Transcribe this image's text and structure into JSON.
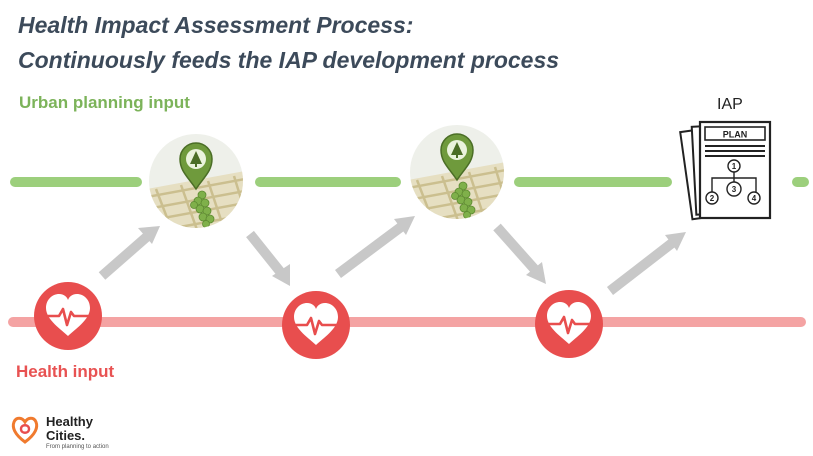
{
  "title": {
    "line1": "Health Impact Assessment Process:",
    "line2": "Continuously feeds the IAP development process"
  },
  "lanes": {
    "urban_label": "Urban planning input",
    "health_label": "Health input"
  },
  "iap": {
    "label": "IAP",
    "doc_heading": "PLAN",
    "nodes": [
      "1",
      "2",
      "3",
      "4"
    ]
  },
  "logo": {
    "line1": "Healthy",
    "line2": "Cities.",
    "tagline": "From planning to action"
  },
  "colors": {
    "urban": "#9ccf7c",
    "health": "#f4a3a3",
    "health_circle": "#e84e4e",
    "arrow": "#c8c8c8",
    "title": "#3c4a5a"
  },
  "icons": {
    "urban": "map-pin-park-icon",
    "health": "heart-pulse-icon",
    "plan": "plan-document-icon"
  }
}
